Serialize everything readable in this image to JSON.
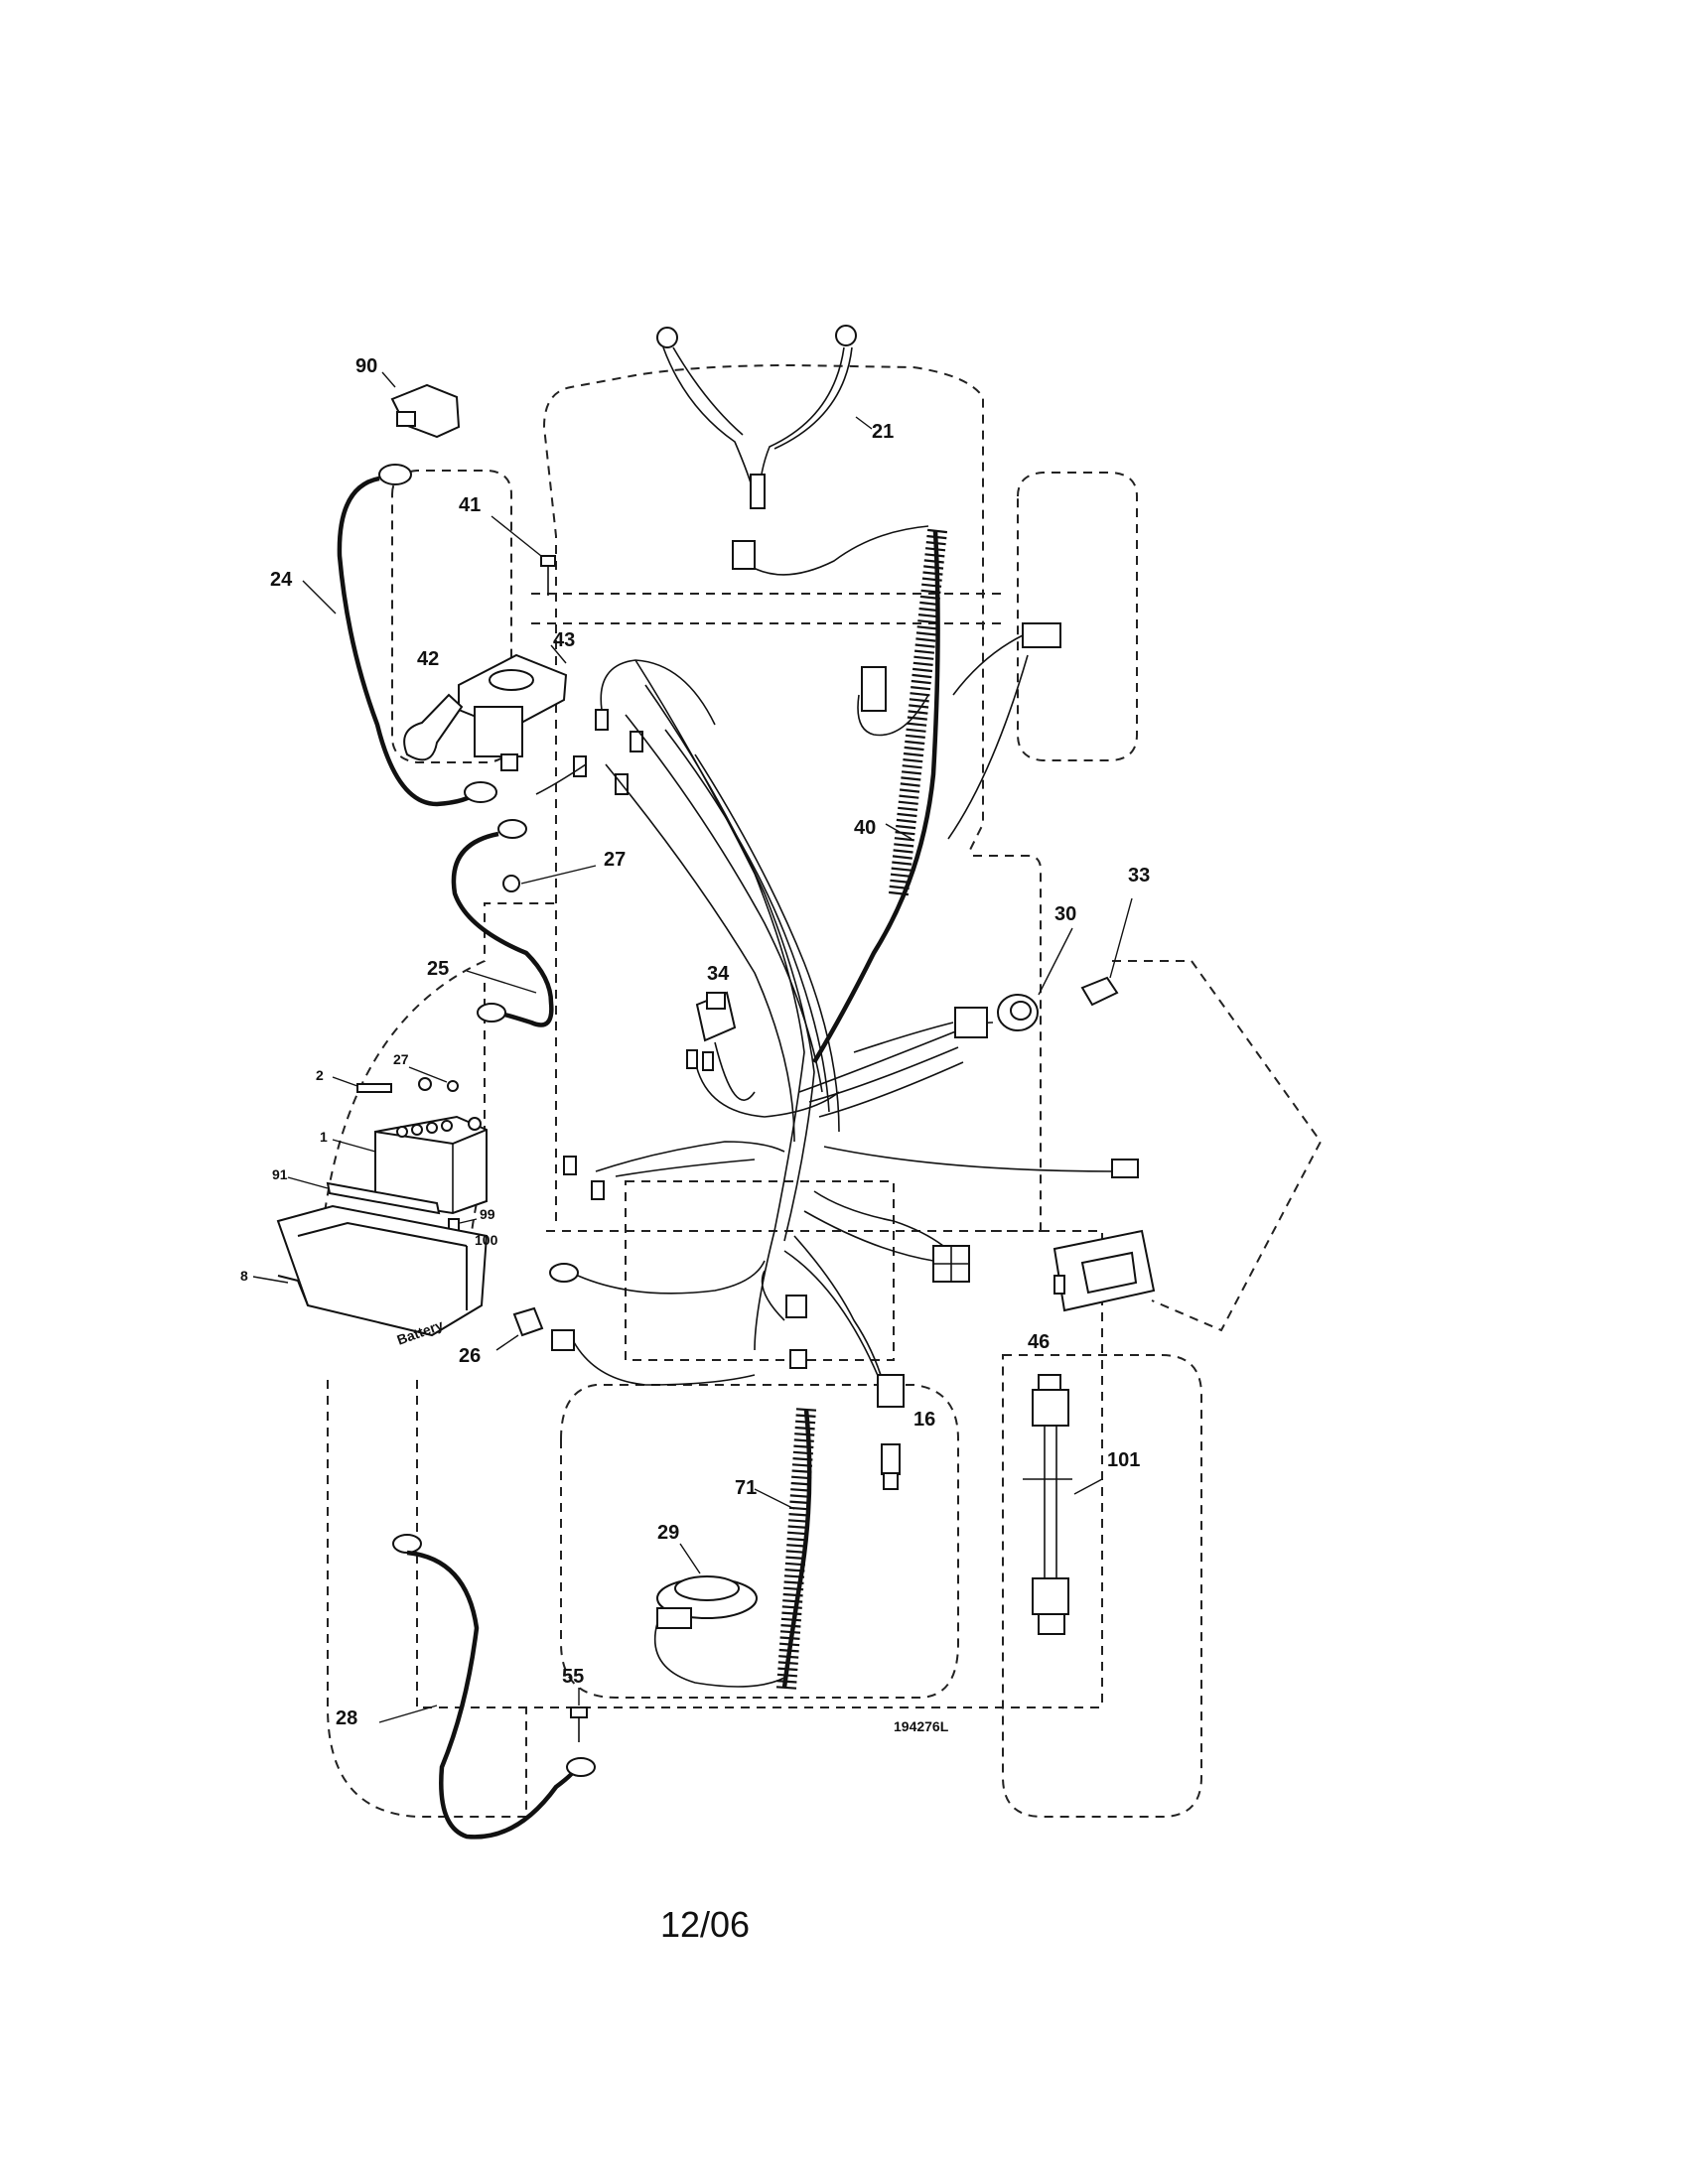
{
  "diagram": {
    "drawing_number": "194276L",
    "date": "12/06",
    "battery_label": "Battery",
    "callouts": [
      {
        "id": "90",
        "label": "90"
      },
      {
        "id": "21",
        "label": "21"
      },
      {
        "id": "41",
        "label": "41"
      },
      {
        "id": "24",
        "label": "24"
      },
      {
        "id": "42",
        "label": "42"
      },
      {
        "id": "43",
        "label": "43"
      },
      {
        "id": "40",
        "label": "40"
      },
      {
        "id": "27a",
        "label": "27"
      },
      {
        "id": "33",
        "label": "33"
      },
      {
        "id": "30",
        "label": "30"
      },
      {
        "id": "25",
        "label": "25"
      },
      {
        "id": "34",
        "label": "34"
      },
      {
        "id": "2",
        "label": "2"
      },
      {
        "id": "27b",
        "label": "27"
      },
      {
        "id": "1",
        "label": "1"
      },
      {
        "id": "91",
        "label": "91"
      },
      {
        "id": "99",
        "label": "99"
      },
      {
        "id": "100",
        "label": "100"
      },
      {
        "id": "8",
        "label": "8"
      },
      {
        "id": "46",
        "label": "46"
      },
      {
        "id": "26",
        "label": "26"
      },
      {
        "id": "16",
        "label": "16"
      },
      {
        "id": "101",
        "label": "101"
      },
      {
        "id": "71",
        "label": "71"
      },
      {
        "id": "29",
        "label": "29"
      },
      {
        "id": "55",
        "label": "55"
      },
      {
        "id": "28",
        "label": "28"
      }
    ]
  }
}
